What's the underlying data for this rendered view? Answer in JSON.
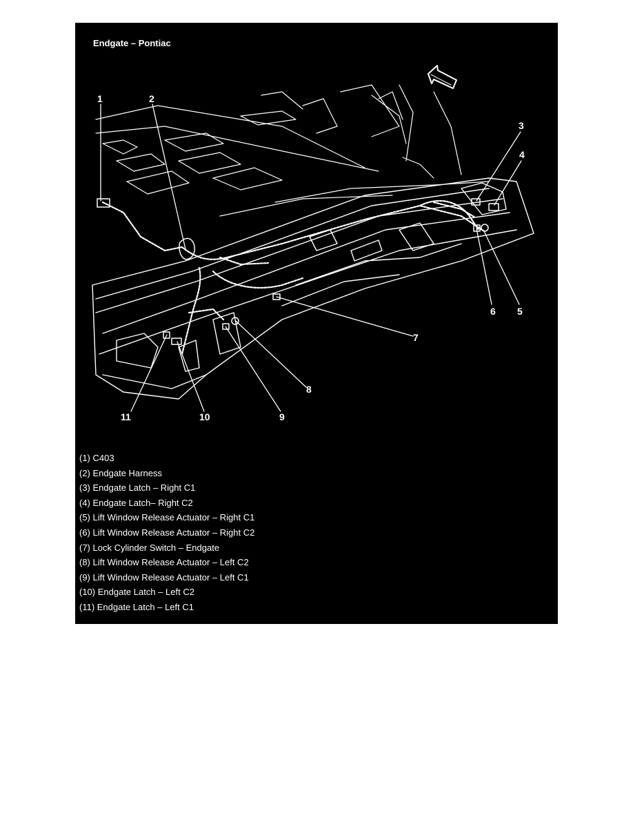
{
  "title": "Endgate – Pontiac",
  "colors": {
    "background": "#000000",
    "lines": "#ffffff",
    "page": "#ffffff"
  },
  "callouts": [
    "1",
    "2",
    "3",
    "4",
    "5",
    "6",
    "7",
    "8",
    "9",
    "10",
    "11"
  ],
  "legend": [
    "(1) C403",
    "(2) Endgate Harness",
    "(3) Endgate Latch – Right C1",
    "(4) Endgate Latch– Right C2",
    "(5) Lift Window Release Actuator – Right C1",
    "(6) Lift Window Release Actuator – Right C2",
    "(7) Lock Cylinder Switch – Endgate",
    "(8) Lift Window Release Actuator – Left C2",
    "(9) Lift Window Release Actuator – Left C1",
    "(10) Endgate Latch – Left C2",
    "(11) Endgate Latch – Left C1"
  ]
}
